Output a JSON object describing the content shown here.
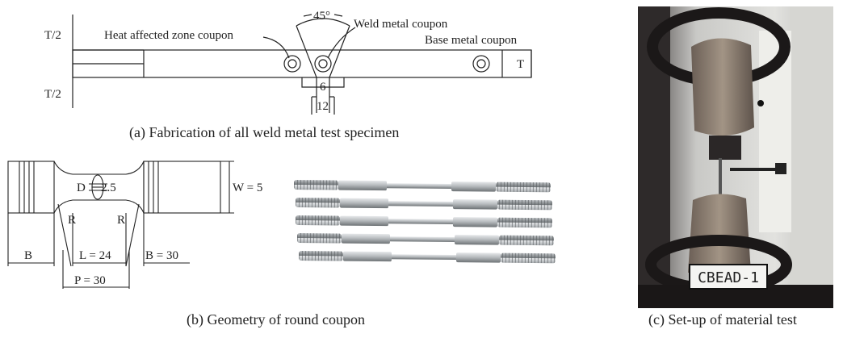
{
  "panel_a": {
    "caption": "(a) Fabrication of all weld metal test specimen",
    "label_t2_top": "T/2",
    "label_t2_bottom": "T/2",
    "label_angle": "45°",
    "label_haz": "Heat affected zone coupon",
    "label_weld": "Weld metal coupon",
    "label_base": "Base metal coupon",
    "label_t": "T",
    "dim_6": "6",
    "dim_12": "12"
  },
  "panel_b": {
    "caption": "(b) Geometry of round coupon",
    "label_d": "D",
    "label_d_val": "2.5",
    "label_w": "W = 5",
    "label_r_left": "R",
    "label_r_right": "R",
    "label_b_left": "B",
    "label_l": "L = 24",
    "label_b_right": "B = 30",
    "label_p": "P = 30"
  },
  "panel_c": {
    "caption": "(c) Set-up of material test",
    "sign_text": "CBEAD-1"
  },
  "colors": {
    "line": "#222222",
    "rod_metal": "#b8bcbf",
    "machine_gray": "#d9dbdc",
    "machine_dark": "#2a2626",
    "cup_bronze": "#8a7d72"
  }
}
